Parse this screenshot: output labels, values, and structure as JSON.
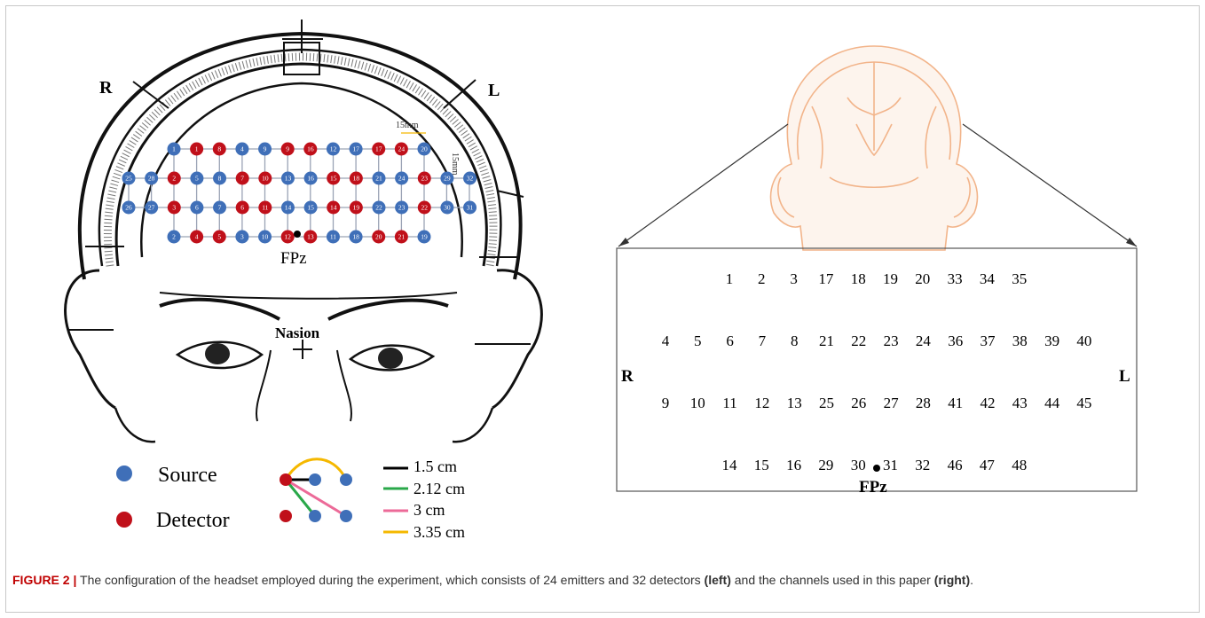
{
  "left_panel": {
    "side_right": "R",
    "side_left": "L",
    "spacing_h": "15mm",
    "spacing_v": "15mm",
    "fpz": "FPz",
    "nasion": "Nasion",
    "grid_rows": [
      [
        [
          "1",
          "s"
        ],
        [
          "1",
          "d"
        ],
        [
          "8",
          "d"
        ],
        [
          "4",
          "s"
        ],
        [
          "9",
          "s"
        ],
        [
          "9",
          "d"
        ],
        [
          "16",
          "d"
        ],
        [
          "12",
          "s"
        ],
        [
          "17",
          "s"
        ],
        [
          "17",
          "d"
        ],
        [
          "24",
          "d"
        ],
        [
          "20",
          "s"
        ]
      ],
      [
        [
          "25",
          "s"
        ],
        [
          "28",
          "s"
        ],
        [
          "2",
          "d"
        ],
        [
          "5",
          "s"
        ],
        [
          "8",
          "s"
        ],
        [
          "7",
          "d"
        ],
        [
          "10",
          "d"
        ],
        [
          "13",
          "s"
        ],
        [
          "16",
          "s"
        ],
        [
          "15",
          "d"
        ],
        [
          "18",
          "d"
        ],
        [
          "21",
          "s"
        ],
        [
          "24",
          "s"
        ],
        [
          "23",
          "d"
        ],
        [
          "29",
          "s"
        ],
        [
          "32",
          "s"
        ]
      ],
      [
        [
          "26",
          "s"
        ],
        [
          "27",
          "s"
        ],
        [
          "3",
          "d"
        ],
        [
          "6",
          "s"
        ],
        [
          "7",
          "s"
        ],
        [
          "6",
          "d"
        ],
        [
          "11",
          "d"
        ],
        [
          "14",
          "s"
        ],
        [
          "15",
          "s"
        ],
        [
          "14",
          "d"
        ],
        [
          "19",
          "d"
        ],
        [
          "22",
          "s"
        ],
        [
          "23",
          "s"
        ],
        [
          "22",
          "d"
        ],
        [
          "30",
          "s"
        ],
        [
          "31",
          "s"
        ]
      ],
      [
        [
          "2",
          "s"
        ],
        [
          "4",
          "d"
        ],
        [
          "5",
          "d"
        ],
        [
          "3",
          "s"
        ],
        [
          "10",
          "s"
        ],
        [
          "12",
          "d"
        ],
        [
          "13",
          "d"
        ],
        [
          "11",
          "s"
        ],
        [
          "18",
          "s"
        ],
        [
          "20",
          "d"
        ],
        [
          "21",
          "d"
        ],
        [
          "19",
          "s"
        ]
      ]
    ],
    "legend": {
      "source": "Source",
      "detector": "Detector",
      "distances": [
        "1.5 cm",
        "2.12 cm",
        "3 cm",
        "3.35 cm"
      ]
    }
  },
  "right_panel": {
    "side_right": "R",
    "side_left": "L",
    "fpz": "FPz",
    "channel_rows": [
      [
        "1",
        "2",
        "3",
        "17",
        "18",
        "19",
        "20",
        "33",
        "34",
        "35"
      ],
      [
        "4",
        "5",
        "6",
        "7",
        "8",
        "21",
        "22",
        "23",
        "24",
        "36",
        "37",
        "38",
        "39",
        "40"
      ],
      [
        "9",
        "10",
        "11",
        "12",
        "13",
        "25",
        "26",
        "27",
        "28",
        "41",
        "42",
        "43",
        "44",
        "45"
      ],
      [
        "14",
        "15",
        "16",
        "29",
        "30",
        "31",
        "32",
        "46",
        "47",
        "48"
      ]
    ]
  },
  "caption": {
    "label": "FIGURE 2 |",
    "text_1": " The configuration of the headset employed during the experiment, which consists of 24 emitters and 32 detectors ",
    "bold_1": "(left)",
    "text_2": " and the channels used in this paper ",
    "bold_2": "(right)",
    "text_3": "."
  },
  "colors": {
    "source": "#3f6fb8",
    "detector": "#c0101a",
    "line_1_5": "#000000",
    "line_2_12": "#2aa84a",
    "line_3": "#ec6a98",
    "line_3_35": "#f5b800",
    "brain": "#f2b48a"
  }
}
